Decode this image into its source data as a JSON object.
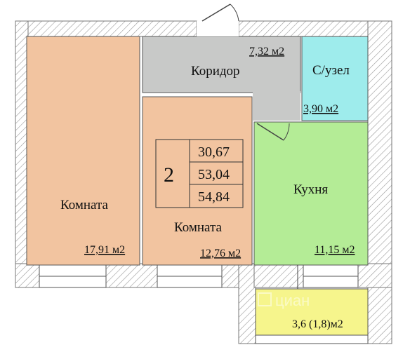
{
  "colors": {
    "room": "#f2c4a0",
    "corridor": "#c8c9c8",
    "bathroom": "#9eecec",
    "kitchen": "#b4ec96",
    "balcony": "#f6f58c",
    "wall": "#9a9a9a"
  },
  "rooms": {
    "room1": {
      "name": "Комната",
      "area": "17,91 м2"
    },
    "room2": {
      "name": "Комната",
      "area": "12,76 м2"
    },
    "corridor": {
      "name": "Коридор",
      "area": "7,32 м2"
    },
    "bathroom": {
      "name": "С/узел",
      "area": "3,90 м2"
    },
    "kitchen": {
      "name": "Кухня",
      "area": "11,15 м2"
    },
    "balcony": {
      "area": "3,6 (1,8)м2"
    }
  },
  "summary": {
    "rooms_count": "2",
    "living_area": "30,67",
    "total_area": "53,04",
    "total_area_with_balcony": "54,84"
  },
  "watermark": "циан"
}
